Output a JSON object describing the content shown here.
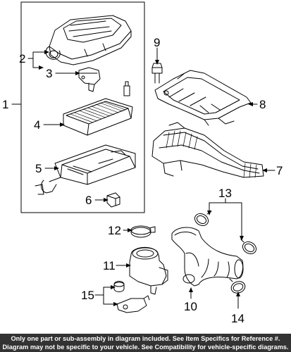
{
  "callouts": {
    "c1": "1",
    "c2": "2",
    "c3": "3",
    "c4": "4",
    "c5": "5",
    "c6": "6",
    "c7": "7",
    "c8": "8",
    "c9": "9",
    "c10": "10",
    "c11": "11",
    "c12": "12",
    "c13": "13",
    "c14": "14",
    "c15": "15"
  },
  "footer": {
    "line1": "Only one part or sub-assembly in diagram included. See Item Specifics for Reference #.",
    "line2": "Diagram may not be specific to your vehicle. See Compatibility for vehicle-specific diagrams."
  },
  "colors": {
    "line": "#000000",
    "footer_bg": "#333333",
    "footer_text": "#ffffff"
  }
}
